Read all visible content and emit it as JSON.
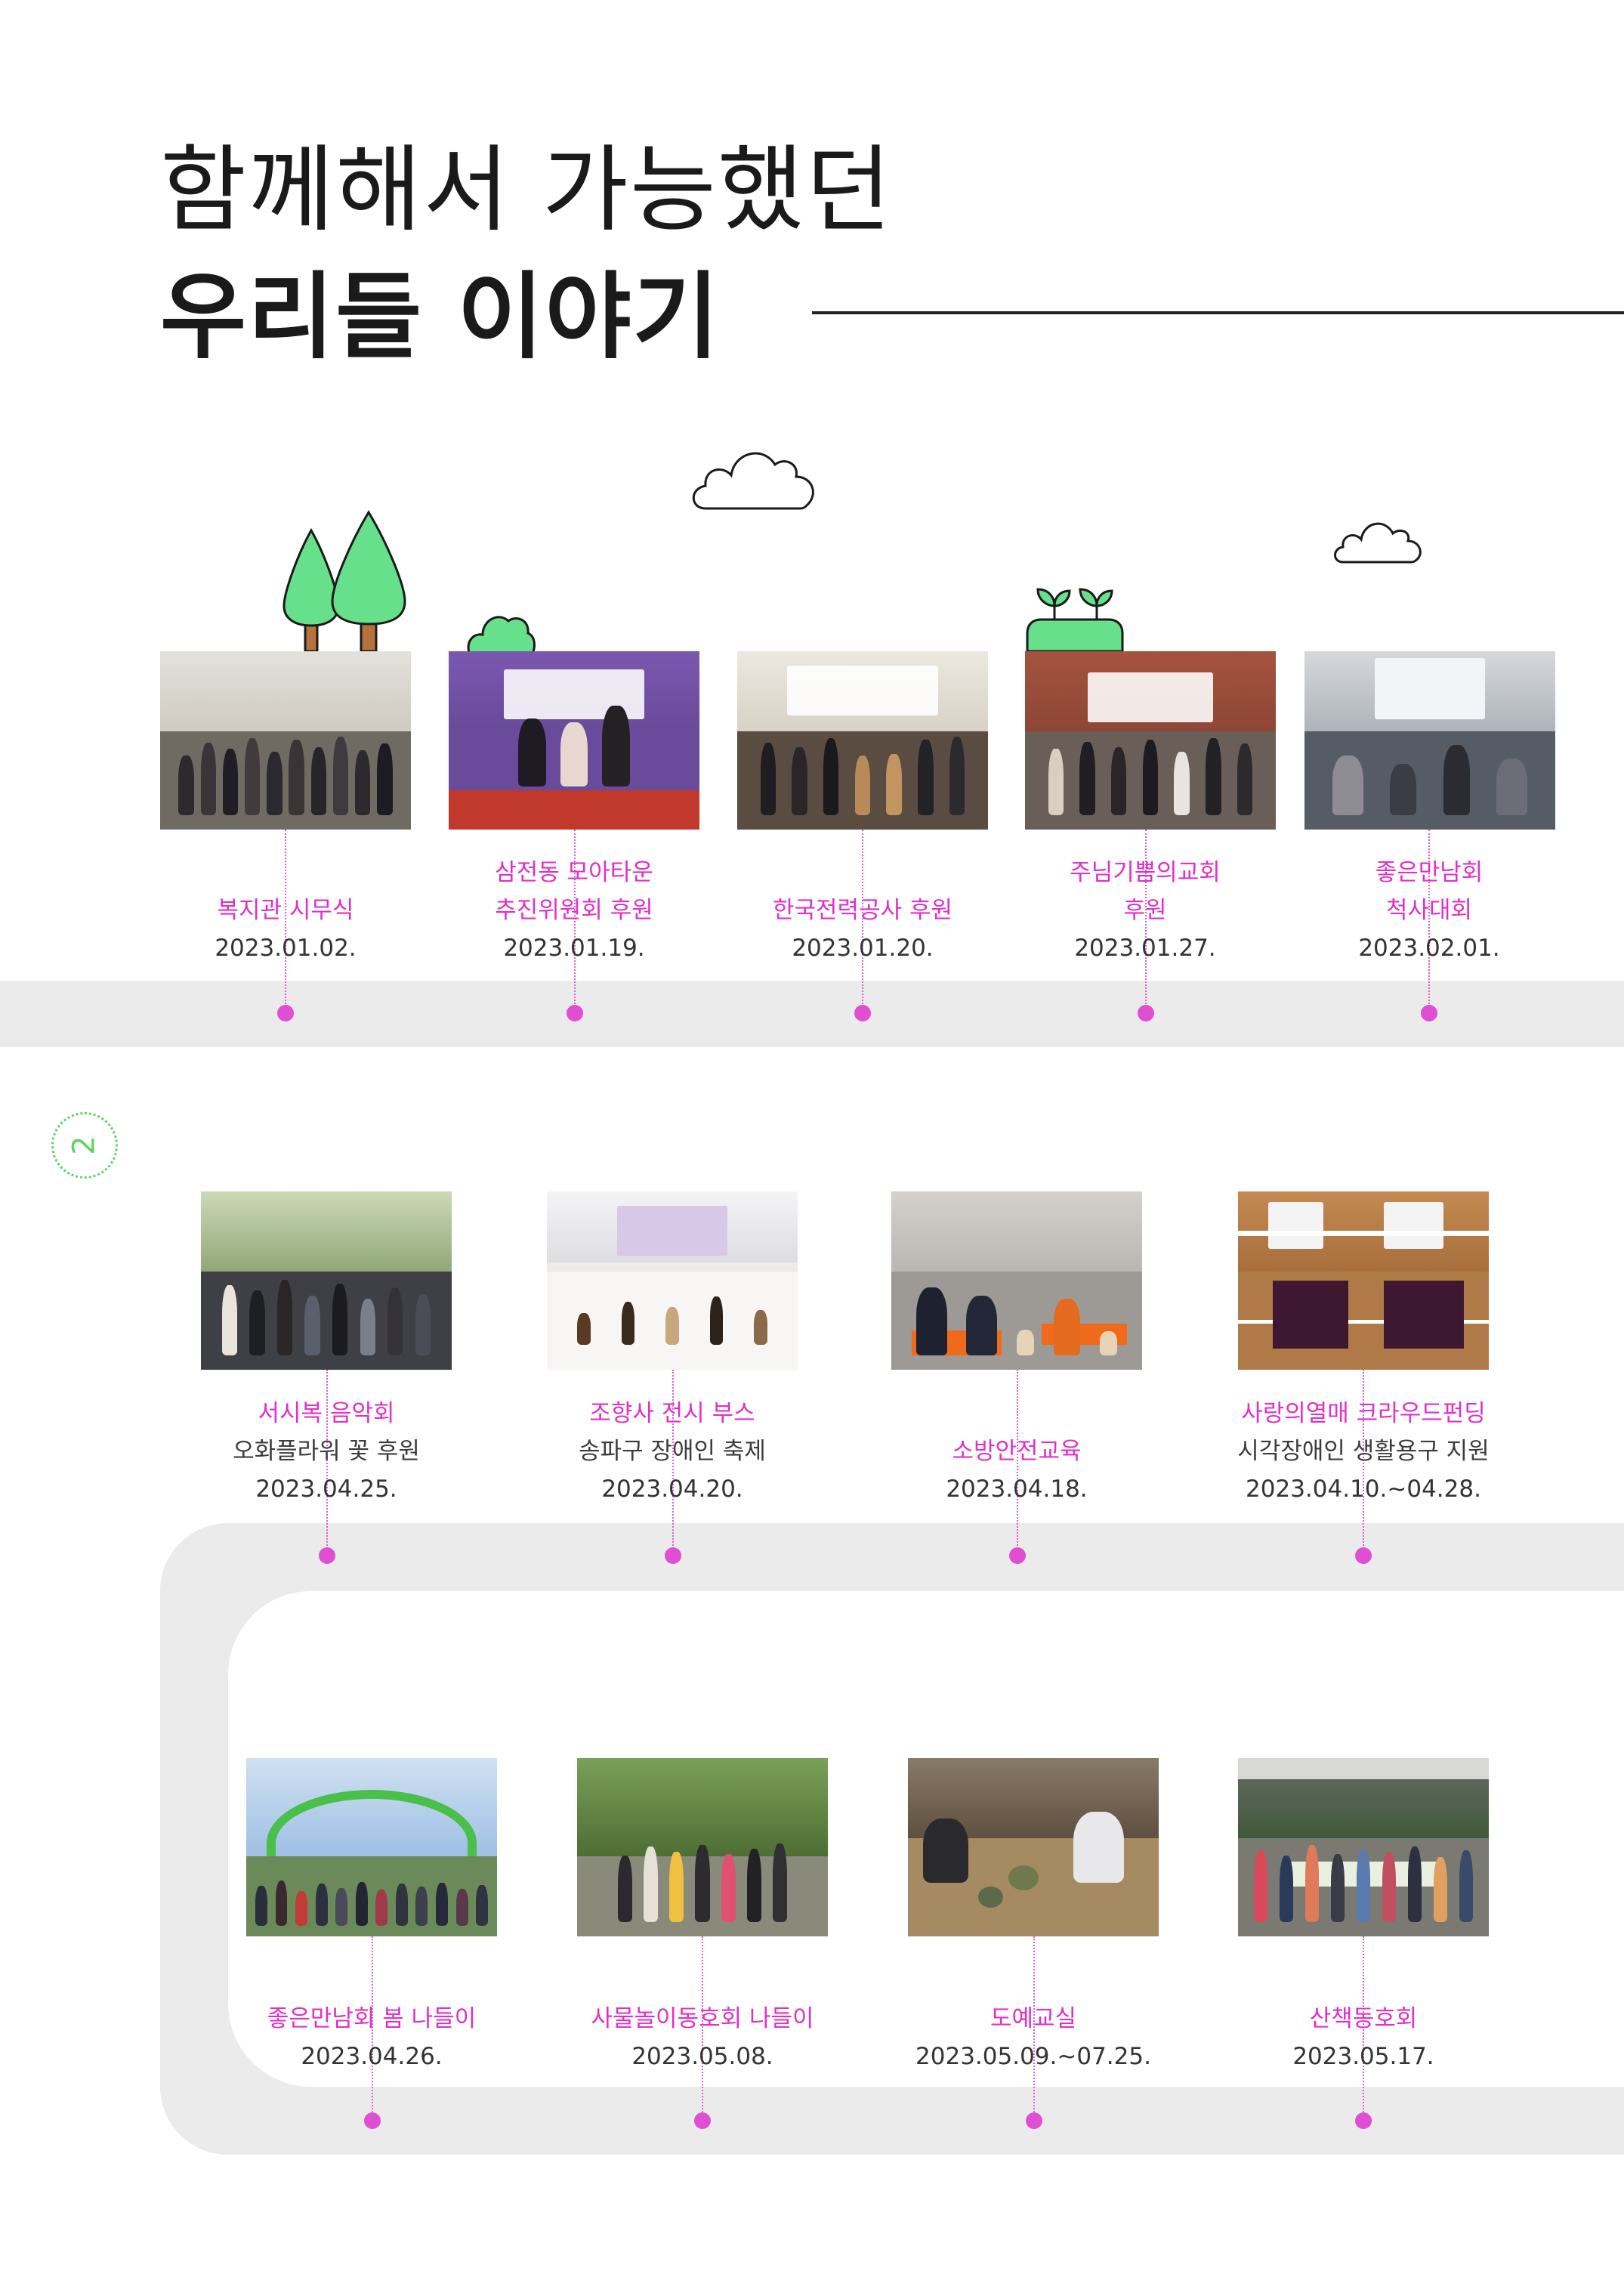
{
  "title": {
    "line1": "함께해서 가능했던",
    "line2": "우리들 이야기"
  },
  "page_number": "2",
  "colors": {
    "accent_pink": "#e030c8",
    "dot_pink": "#e04fd3",
    "road_gray": "#ebebeb",
    "tree_green": "#66e08a",
    "badge_green": "#5fd35f"
  },
  "decorations": [
    "cloud-icon",
    "cloud-icon",
    "tree-icon",
    "tree-icon",
    "bush-icon",
    "sprout-icon"
  ],
  "events": [
    {
      "title": "복지관 시무식",
      "date": "2023.01.02."
    },
    {
      "title_line1": "삼전동 모아타운",
      "title_line2": "추진위원회 후원",
      "date": "2023.01.19."
    },
    {
      "title": "한국전력공사 후원",
      "date": "2023.01.20."
    },
    {
      "title_line1": "주님기쁨의교회",
      "title_line2": "후원",
      "date": "2023.01.27."
    },
    {
      "title_line1": "좋은만남회",
      "title_line2": "척사대회",
      "date": "2023.02.01."
    },
    {
      "title": "서시복 음악회",
      "subtitle": "오화플라워 꽃 후원",
      "date": "2023.04.25."
    },
    {
      "title": "조향사 전시 부스",
      "subtitle": "송파구 장애인 축제",
      "date": "2023.04.20."
    },
    {
      "title": "소방안전교육",
      "date": "2023.04.18."
    },
    {
      "title": "사랑의열매 크라우드펀딩",
      "subtitle": "시각장애인 생활용구 지원",
      "date": "2023.04.10.~04.28."
    },
    {
      "title": "좋은만남회 봄 나들이",
      "date": "2023.04.26."
    },
    {
      "title": "사물놀이동호회 나들이",
      "date": "2023.05.08."
    },
    {
      "title": "도예교실",
      "date": "2023.05.09.~07.25."
    },
    {
      "title": "산책동호회",
      "date": "2023.05.17."
    }
  ]
}
